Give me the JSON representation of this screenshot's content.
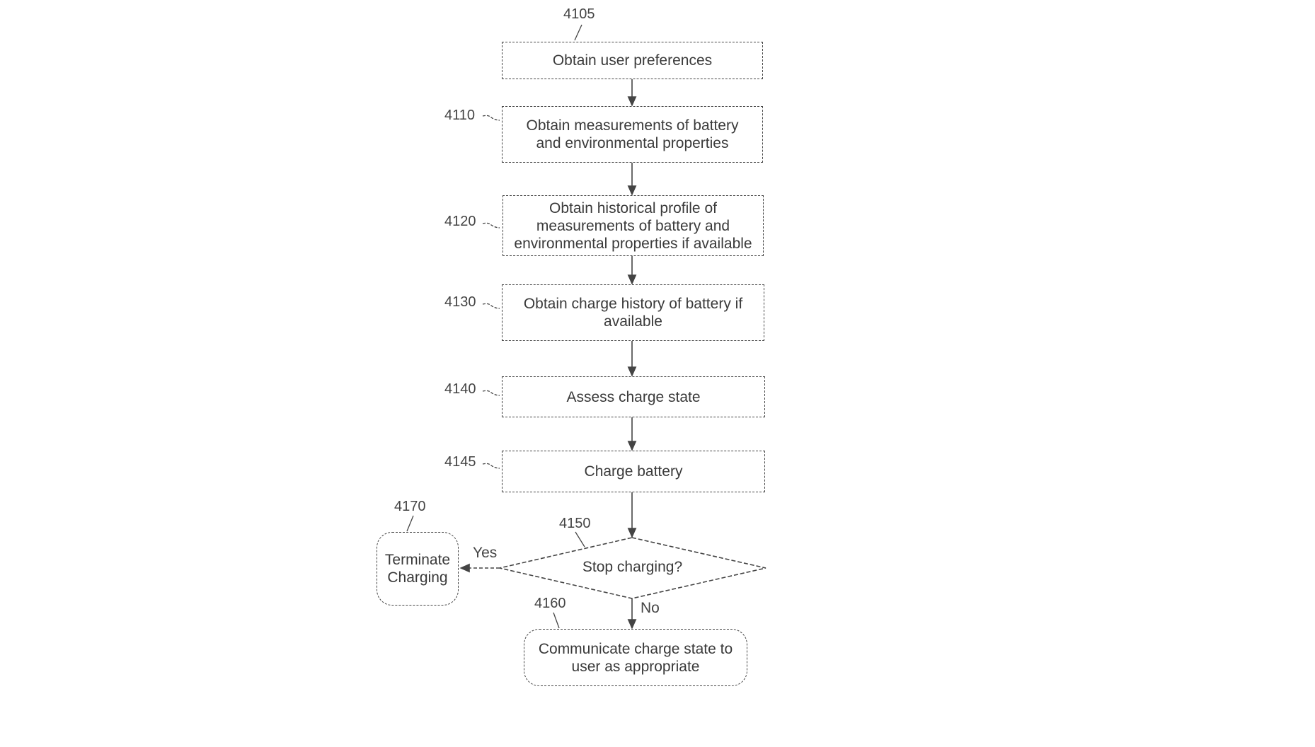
{
  "diagram": {
    "type": "flowchart",
    "steps": [
      {
        "ref": "4105",
        "text": "Obtain user preferences"
      },
      {
        "ref": "4110",
        "text": "Obtain measurements of battery and environmental properties",
        "lines": [
          "Obtain measurements of battery",
          "and environmental properties"
        ]
      },
      {
        "ref": "4120",
        "text": "Obtain historical profile of measurements of battery and environmental properties if available",
        "lines": [
          "Obtain historical profile of",
          "measurements of battery and",
          "environmental properties if available"
        ]
      },
      {
        "ref": "4130",
        "text": "Obtain charge history of battery if available",
        "lines": [
          "Obtain charge history of battery if",
          "available"
        ]
      },
      {
        "ref": "4140",
        "text": "Assess charge state"
      },
      {
        "ref": "4145",
        "text": "Charge battery"
      }
    ],
    "decision": {
      "ref": "4150",
      "text": "Stop charging?",
      "yes_label": "Yes",
      "no_label": "No"
    },
    "yes_terminal": {
      "ref": "4170",
      "lines": [
        "Terminate",
        "Charging"
      ]
    },
    "no_terminal": {
      "ref": "4160",
      "lines": [
        "Communicate charge state to",
        "user as appropriate"
      ]
    },
    "edges": [
      {
        "from": "4105",
        "to": "4110"
      },
      {
        "from": "4110",
        "to": "4120"
      },
      {
        "from": "4120",
        "to": "4130"
      },
      {
        "from": "4130",
        "to": "4140"
      },
      {
        "from": "4140",
        "to": "4145"
      },
      {
        "from": "4145",
        "to": "4150"
      },
      {
        "from": "4150",
        "to": "4170",
        "label": "Yes"
      },
      {
        "from": "4150",
        "to": "4160",
        "label": "No"
      }
    ]
  }
}
